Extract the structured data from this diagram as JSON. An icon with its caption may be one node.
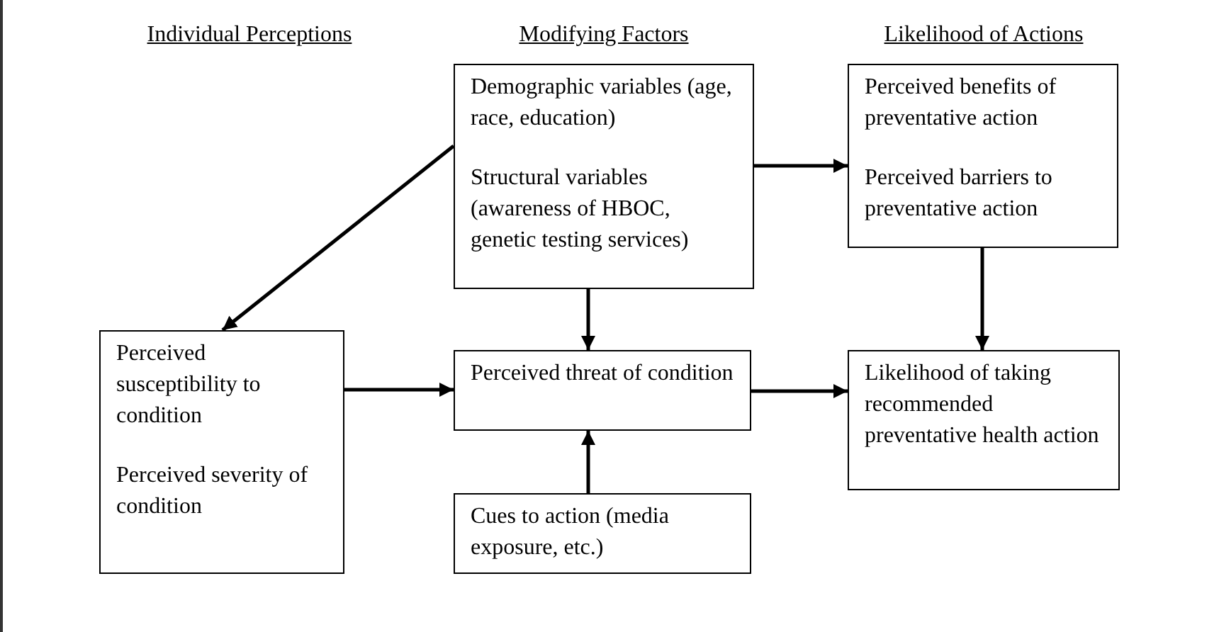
{
  "diagram": {
    "nodes": [
      {
        "text": [
          "Demographic variables (age, race, education)",
          "Structural variables (awareness of HBOC, genetic testing services)"
        ]
      },
      {
        "text": [
          "Perceived benefits of preventative action",
          "Perceived barriers to preventative action"
        ]
      },
      {
        "text": [
          "Perceived susceptibility to condition",
          "Perceived severity of condition"
        ]
      },
      {
        "text": [
          "Perceived threat of condition"
        ]
      },
      {
        "text": [
          "Cues to action (media exposure, etc.)"
        ]
      },
      {
        "text": [
          "Likelihood of taking recommended preventative health action"
        ]
      }
    ],
    "edges": [
      {
        "from": 0,
        "to": 2,
        "arrow": "to"
      },
      {
        "from": 0,
        "to": 1,
        "arrow": "to"
      },
      {
        "from": 0,
        "to": 3,
        "arrow": "to"
      },
      {
        "from": 1,
        "to": 5,
        "arrow": "to"
      },
      {
        "from": 2,
        "to": 3,
        "arrow": "to"
      },
      {
        "from": 4,
        "to": 3,
        "arrow": "to"
      },
      {
        "from": 3,
        "to": 5,
        "arrow": "to"
      }
    ],
    "labels": [
      "Individual Perceptions",
      "Modifying Factors",
      "Likelihood of Actions"
    ]
  }
}
